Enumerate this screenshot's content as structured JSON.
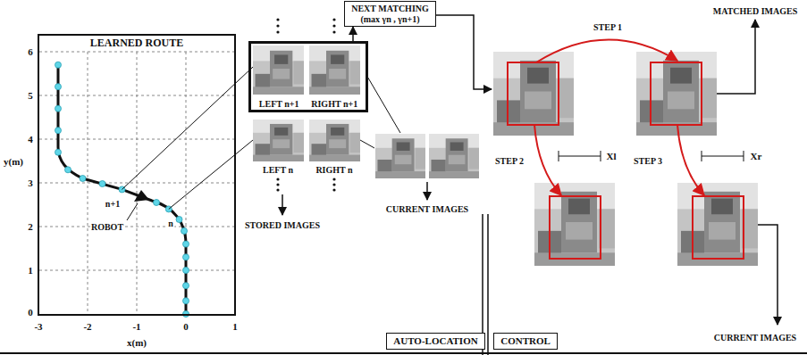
{
  "diagram": {
    "nodes": [
      {
        "text": [
          "LEARNED ROUTE"
        ]
      },
      {
        "text": [
          "LEFT n+1",
          "RIGHT n+1"
        ]
      },
      {
        "text": [
          "NEXT MATCHING",
          "(max γn , γn+1)"
        ]
      },
      {
        "text": [
          "AUTO-LOCATION"
        ]
      },
      {
        "text": [
          "CONTROL"
        ]
      }
    ],
    "edges": [
      {
        "from": 1,
        "to": 2,
        "arrow": "to"
      }
    ],
    "labels": [
      "y(m)",
      "6",
      "5",
      "4",
      "3",
      "2",
      "1",
      "0",
      "-3",
      "-2",
      "-1",
      "0",
      "1",
      "x(m)",
      "n+1",
      "n",
      "ROBOT",
      "LEFT n",
      "RIGHT n",
      "STORED IMAGES",
      "CURRENT IMAGES",
      "MATCHED IMAGES",
      "STEP 1",
      "STEP 2",
      "STEP 3",
      "Xl",
      "Xr",
      "CURRENT IMAGES"
    ]
  }
}
